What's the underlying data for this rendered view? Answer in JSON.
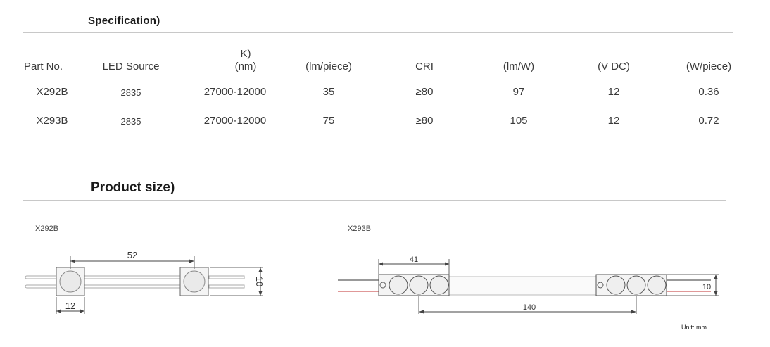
{
  "spec": {
    "title": "Specification)",
    "headers": {
      "part_no": "Part No.",
      "led_source": "LED Source",
      "cct_line1": "K)",
      "cct_line2": "(nm)",
      "flux": "(lm/piece)",
      "cri": "CRI",
      "efficacy": "(lm/W)",
      "voltage": "(V DC)",
      "power": "(W/piece)"
    },
    "rows": [
      {
        "part_no": "X292B",
        "led_source": "2835",
        "cct": "27000-12000",
        "flux": "35",
        "cri": "≥80",
        "efficacy": "97",
        "voltage": "12",
        "power": "0.36"
      },
      {
        "part_no": "X293B",
        "led_source": "2835",
        "cct": "27000-12000",
        "flux": "75",
        "cri": "≥80",
        "efficacy": "105",
        "voltage": "12",
        "power": "0.72"
      }
    ]
  },
  "size": {
    "title": "Product size)",
    "x292b": {
      "label": "X292B",
      "pitch": "52",
      "width": "12",
      "height": "10"
    },
    "x293b": {
      "label": "X293B",
      "length": "41",
      "pitch": "140",
      "height": "10"
    },
    "unit": "Unit: mm"
  }
}
